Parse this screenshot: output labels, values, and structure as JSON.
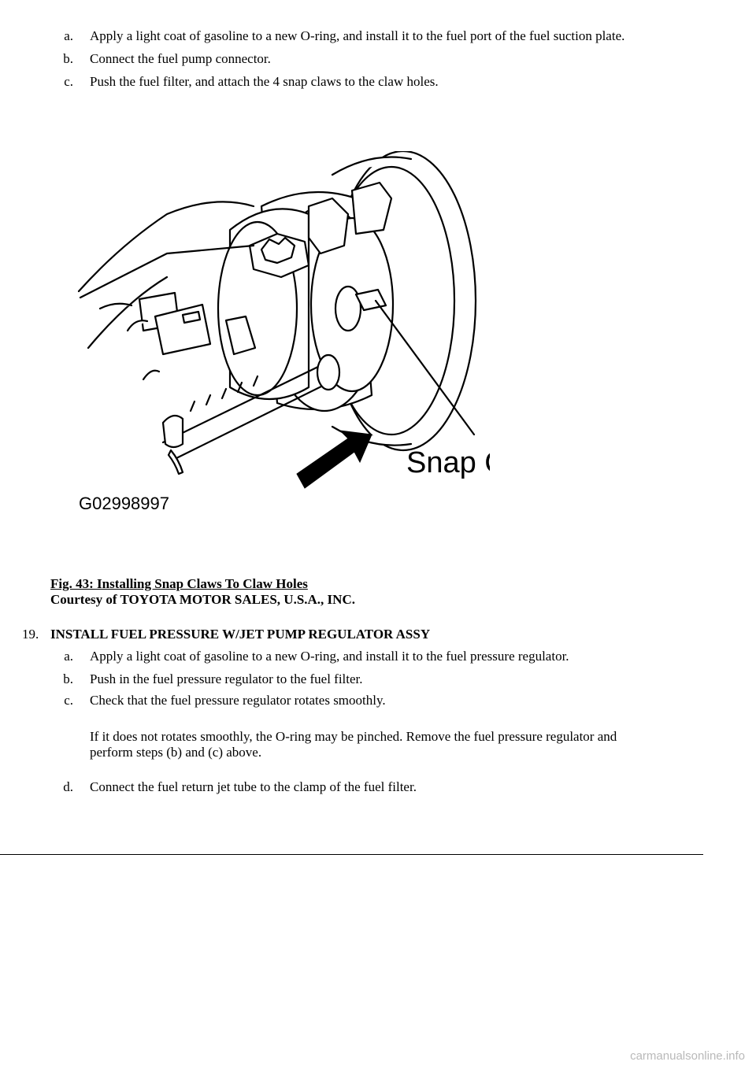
{
  "steps_top": [
    {
      "letter": "a.",
      "text": "Apply a light coat of gasoline to a new O-ring, and install it to the fuel port of the fuel suction plate."
    },
    {
      "letter": "b.",
      "text": "Connect the fuel pump connector."
    },
    {
      "letter": "c.",
      "text": "Push the fuel filter, and attach the 4 snap claws to the claw holes."
    }
  ],
  "figure": {
    "callout": "Snap Claw",
    "code": "G02998997"
  },
  "caption": {
    "title": "Fig. 43: Installing Snap Claws To Claw Holes",
    "courtesy": "Courtesy of TOYOTA MOTOR SALES, U.S.A., INC."
  },
  "section": {
    "number": "19.",
    "title": "INSTALL FUEL PRESSURE W/JET PUMP REGULATOR ASSY"
  },
  "steps_bottom": [
    {
      "letter": "a.",
      "text": "Apply a light coat of gasoline to a new O-ring, and install it to the fuel pressure regulator."
    },
    {
      "letter": "b.",
      "text": "Push in the fuel pressure regulator to the fuel filter."
    },
    {
      "letter": "c.",
      "text": "Check that the fuel pressure regulator rotates smoothly."
    },
    {
      "letter": "d.",
      "text": "Connect the fuel return jet tube to the clamp of the fuel filter."
    }
  ],
  "note": {
    "line1": "If it does not rotates smoothly, the O-ring may be pinched. Remove the fuel pressure regulator and",
    "line2": "perform steps (b) and (c) above."
  },
  "watermark": "carmanualsonline.info"
}
